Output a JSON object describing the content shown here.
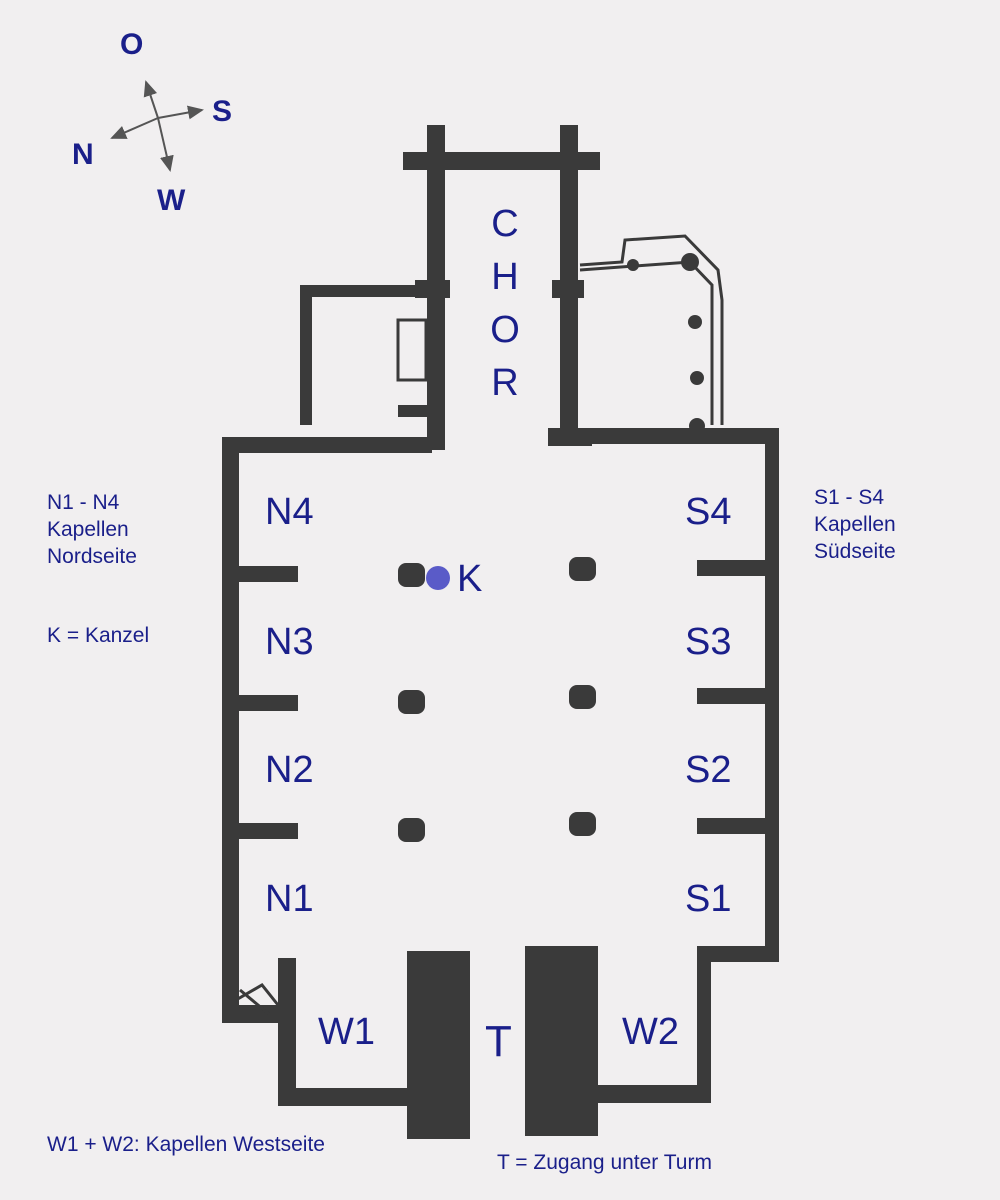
{
  "compass": {
    "north": "N",
    "south": "S",
    "east": "O",
    "west": "W"
  },
  "choir": {
    "letters": [
      "C",
      "H",
      "O",
      "R"
    ]
  },
  "rooms": {
    "n1": "N1",
    "n2": "N2",
    "n3": "N3",
    "n4": "N4",
    "s1": "S1",
    "s2": "S2",
    "s3": "S3",
    "s4": "S4",
    "w1": "W1",
    "w2": "W2",
    "t": "T"
  },
  "pulpit": {
    "label": "K",
    "color": "#5a5bc8"
  },
  "legend": {
    "north_lines": [
      "N1 - N4",
      "Kapellen",
      "Nordseite"
    ],
    "south_lines": [
      "S1 - S4",
      "Kapellen",
      "Südseite"
    ],
    "kanzel": "K = Kanzel",
    "west": "W1 + W2: Kapellen Westseite",
    "tower": "T = Zugang unter Turm"
  },
  "colors": {
    "label": "#1a1f8a",
    "wall": "#3a3a3a",
    "background": "#f1eff0"
  }
}
